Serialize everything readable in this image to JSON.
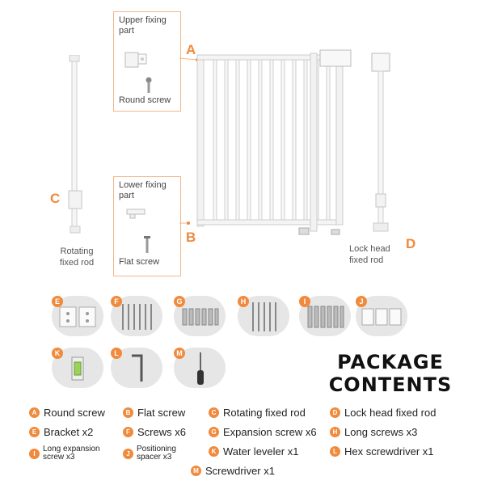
{
  "upper_box": {
    "title": "Upper fixing part",
    "foot": "Round screw",
    "letter": "A"
  },
  "lower_box": {
    "title": "Lower fixing part",
    "foot": "Flat screw",
    "letter": "B"
  },
  "rod_c": {
    "letter": "C",
    "caption_line1": "Rotating",
    "caption_line2": "fixed rod"
  },
  "rod_d": {
    "letter": "D",
    "caption_line1": "Lock head",
    "caption_line2": "fixed rod"
  },
  "thumbs": [
    {
      "badge": "E",
      "icon": "bracket-icon"
    },
    {
      "badge": "F",
      "icon": "screws-icon"
    },
    {
      "badge": "G",
      "icon": "expansion-screw-icon"
    },
    {
      "badge": "H",
      "icon": "long-screws-icon"
    },
    {
      "badge": "I",
      "icon": "long-expansion-screw-icon"
    },
    {
      "badge": "J",
      "icon": "positioning-spacer-icon"
    },
    {
      "badge": "K",
      "icon": "water-leveler-icon"
    },
    {
      "badge": "L",
      "icon": "hex-screwdriver-icon"
    },
    {
      "badge": "M",
      "icon": "screwdriver-icon"
    }
  ],
  "heading": {
    "line1": "PACKAGE",
    "line2": "CONTENTS"
  },
  "legend": [
    {
      "letter": "A",
      "label": "Round screw"
    },
    {
      "letter": "B",
      "label": "Flat screw"
    },
    {
      "letter": "C",
      "label": "Rotating fixed rod"
    },
    {
      "letter": "D",
      "label": "Lock head  fixed rod"
    },
    {
      "letter": "E",
      "label": "Bracket x2"
    },
    {
      "letter": "F",
      "label": "Screws x6"
    },
    {
      "letter": "G",
      "label": "Expansion screw x6"
    },
    {
      "letter": "H",
      "label": "Long screws x3"
    },
    {
      "letter": "I",
      "label": "Long expansion screw x3"
    },
    {
      "letter": "J",
      "label": "Positioning spacer x3"
    },
    {
      "letter": "K",
      "label": "Water leveler x1"
    },
    {
      "letter": "L",
      "label": "Hex screwdriver x1"
    },
    {
      "letter": "M",
      "label": "Screwdriver x1"
    }
  ],
  "colors": {
    "accent": "#f08a3c",
    "box_border": "#f3b68a",
    "thumb_bg": "#e6e6e6"
  }
}
